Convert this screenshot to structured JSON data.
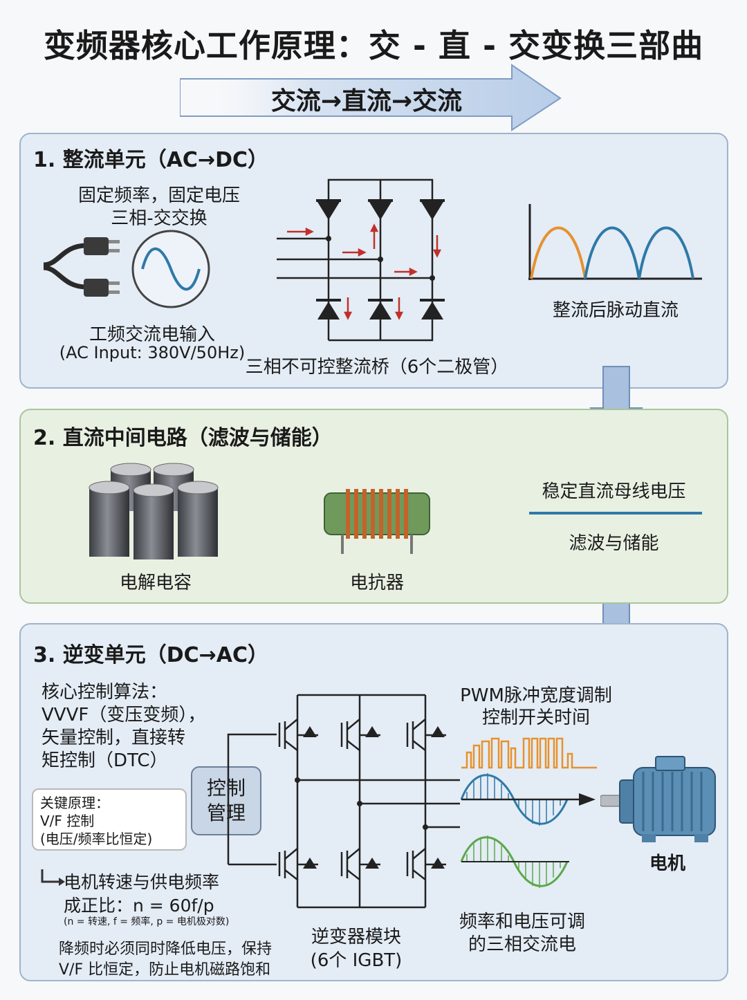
{
  "title": "变频器核心工作原理：交 - 直 - 交变换三部曲",
  "flow_text": "交流→直流→交流",
  "colors": {
    "panel_blue_bg": "#e4ecf5",
    "panel_green_bg": "#e8f0e2",
    "arrow_blue": "#a9c0de",
    "wave_orange": "#e6912e",
    "wave_blue": "#2f79a8",
    "wave_green": "#5aa84a",
    "current_arrow_red": "#c0302a",
    "motor_blue": "#5b8fb5"
  },
  "rectifier": {
    "title": "1. 整流单元（AC→DC）",
    "input_desc_line1": "固定频率，固定电压",
    "input_desc_line2": "三相-交交换",
    "input_label_line1": "工频交流电输入",
    "input_label_line2": "(AC Input: 380V/50Hz)",
    "bridge_label": "三相不可控整流桥（6个二极管）",
    "output_label": "整流后脉动直流",
    "icons": [
      "power-plug-icon",
      "sine-wave-icon",
      "diode-icon"
    ]
  },
  "dc_link": {
    "title": "2. 直流中间电路（滤波与储能）",
    "capacitor_label": "电解电容",
    "reactor_label": "电抗器",
    "bus_label": "稳定直流母线电压",
    "function_label": "滤波与储能",
    "icons": [
      "capacitor-icon",
      "inductor-icon"
    ]
  },
  "inverter": {
    "title": "3. 逆变单元（DC→AC）",
    "algo_lines": [
      "核心控制算法：",
      "VVVF（变压变频），",
      "矢量控制，直接转",
      "矩控制（DTC）"
    ],
    "control_box_line1": "控制",
    "control_box_line2": "管理",
    "key_principle_lines": [
      "关键原理：",
      "V/F 控制",
      "(电压/频率比恒定)"
    ],
    "speed_line1": "电机转速与供电频率",
    "speed_line2": "成正比：n = 60f/p",
    "speed_note": "(n = 转速, f = 频率, p = 电机极对数)",
    "warning_line1": "降频时必须同时降低电压，保持",
    "warning_line2": "V/F 比恒定，防止电机磁路饱和",
    "module_line1": "逆变器模块",
    "module_line2": "(6个 IGBT)",
    "pwm_line1": "PWM脉冲宽度调制",
    "pwm_line2": "控制开关时间",
    "output_line1": "频率和电压可调",
    "output_line2": "的三相交流电",
    "motor_label": "电机",
    "icons": [
      "igbt-icon",
      "motor-icon",
      "pwm-pulse-icon"
    ]
  }
}
